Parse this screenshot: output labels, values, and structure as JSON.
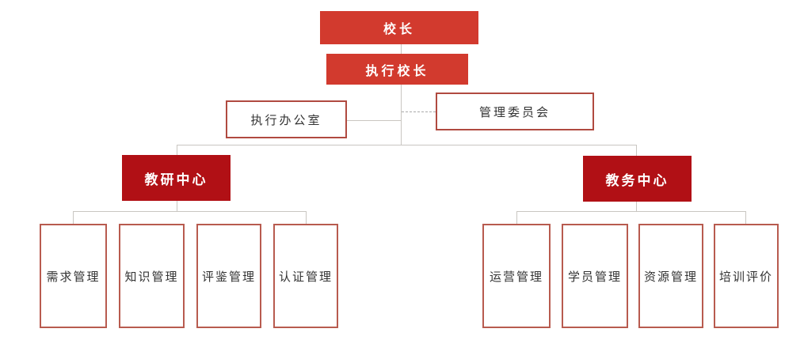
{
  "org": {
    "principal": "校长",
    "executive_principal": "执行校长",
    "executive_office": "执行办公室",
    "management_committee": "管理委员会",
    "centers": [
      {
        "name": "教研中心",
        "departments": [
          "需求管理",
          "知识管理",
          "评鉴管理",
          "认证管理"
        ]
      },
      {
        "name": "教务中心",
        "departments": [
          "运营管理",
          "学员管理",
          "资源管理",
          "培训评价"
        ]
      }
    ]
  },
  "colors": {
    "red-bright": "#D23A2E",
    "red-dark": "#B11015",
    "outline-border": "#B04A40",
    "child-border": "#B85B4F",
    "connector": "#C9C6C1",
    "connector-dashed": "#A9A9A9",
    "text-dark": "#333333",
    "text-light": "#FFFFFF"
  }
}
